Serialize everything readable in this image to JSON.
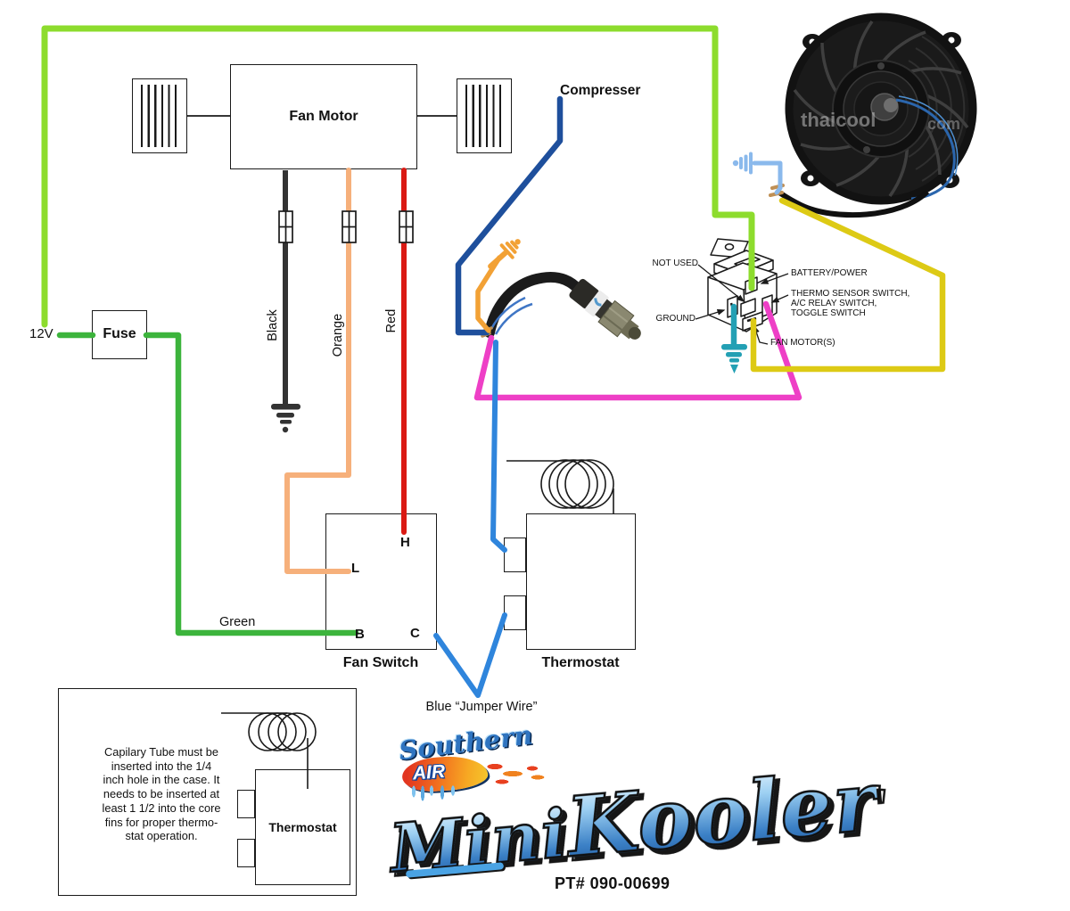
{
  "labels": {
    "supply": "12V",
    "fuse": "Fuse",
    "fan_motor": "Fan Motor",
    "compressor": "Compresser",
    "wire_black": "Black",
    "wire_orange": "Orange",
    "wire_red": "Red",
    "wire_green": "Green",
    "fan_switch": "Fan Switch",
    "thermostat": "Thermostat",
    "jumper": "Blue “Jumper Wire”",
    "terminal_h": "H",
    "terminal_l": "L",
    "terminal_b": "B",
    "terminal_c": "C"
  },
  "relay": {
    "not_used": "NOT USED",
    "battery": "BATTERY/POWER",
    "thermo_line1": "THERMO SENSOR SWITCH,",
    "thermo_line2": "A/C RELAY SWITCH,",
    "thermo_line3": "TOGGLE SWITCH",
    "ground": "GROUND",
    "fan_motors": "FAN MOTOR(S)"
  },
  "note_box": {
    "lines": [
      "Capilary Tube must be",
      "inserted into the 1/4",
      "inch hole in the case. It",
      "needs to be inserted at",
      "least 1 1/2 into the core",
      "fins for proper thermo-",
      "stat operation."
    ],
    "thermostat": "Thermostat"
  },
  "branding": {
    "script": "Southern",
    "air": "AIR",
    "mini": "Mini",
    "kooler": "Kooler",
    "part": "PT# 090-00699"
  },
  "watermark": "thaicool",
  "colors": {
    "light_green": "#8ddc2d",
    "green": "#3cb43c",
    "black_wire": "#333333",
    "peach": "#f6b07b",
    "red": "#da1a14",
    "navy": "#1e4f9c",
    "orange": "#f2a135",
    "magenta": "#ee3fc6",
    "blue": "#2f85dc",
    "light_blue": "#8ab9ec",
    "teal": "#23a0b4",
    "yellow": "#ddca15"
  }
}
